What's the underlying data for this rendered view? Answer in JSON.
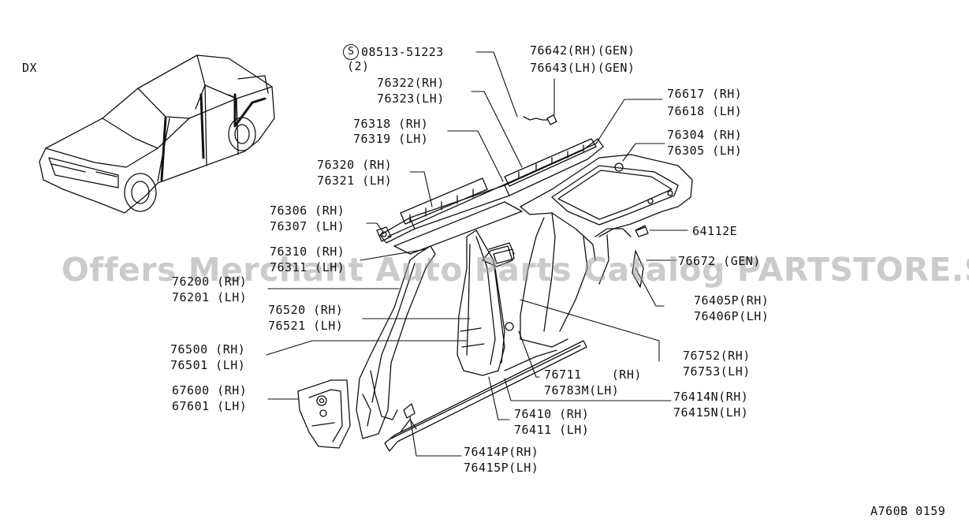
{
  "variant_label": "DX",
  "diagram_code": "A760B 0159",
  "watermark": "Offers Merchant Auto Parts Catalog PARTSTORE.SA",
  "screw_symbol": "S",
  "labels": {
    "l08513a": "08513-51223",
    "l08513b": "(2)",
    "l76642": "76642(RH)(GEN)",
    "l76643": "76643(LH)(GEN)",
    "l76322": "76322(RH)",
    "l76323": "76323(LH)",
    "l76617": "76617 (RH)",
    "l76618": "76618 (LH)",
    "l76318": "76318 (RH)",
    "l76319": "76319 (LH)",
    "l76304": "76304 (RH)",
    "l76305": "76305 (LH)",
    "l76320": "76320 (RH)",
    "l76321": "76321 (LH)",
    "l76306": "76306 (RH)",
    "l76307": "76307 (LH)",
    "l64112": "64112E",
    "l76310": "76310 (RH)",
    "l76311": "76311 (LH)",
    "l76672": "76672 (GEN)",
    "l76200": "76200 (RH)",
    "l76201": "76201 (LH)",
    "l76405": "76405P(RH)",
    "l76406": "76406P(LH)",
    "l76520": "76520 (RH)",
    "l76521": "76521 (LH)",
    "l76500": "76500 (RH)",
    "l76501": "76501 (LH)",
    "l76752": "76752(RH)",
    "l76753": "76753(LH)",
    "l76711": "76711    (RH)",
    "l76783": "76783M(LH)",
    "l67600": "67600 (RH)",
    "l67601": "67601 (LH)",
    "l76414n": "76414N(RH)",
    "l76415n": "76415N(LH)",
    "l76410": "76410 (RH)",
    "l76411": "76411 (LH)",
    "l76414p": "76414P(RH)",
    "l76415p": "76415P(LH)"
  }
}
